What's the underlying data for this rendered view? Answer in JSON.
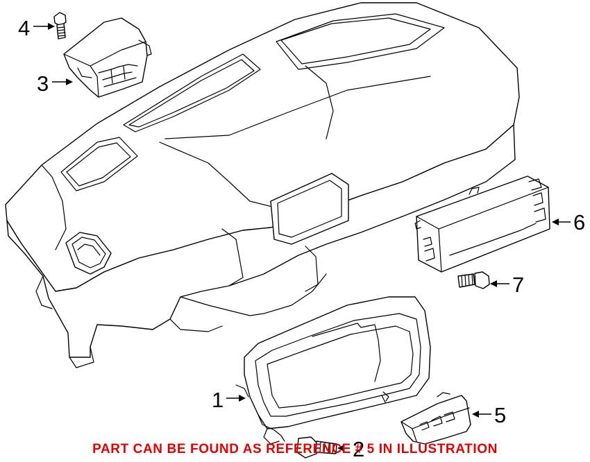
{
  "callouts": {
    "1": "1",
    "2": "2",
    "3": "3",
    "4": "4",
    "5": "5",
    "6": "6",
    "7": "7"
  },
  "note": {
    "text": "PART CAN BE FOUND AS REFERENCE # 5 IN ILLUSTRATION",
    "color": "#e00000"
  },
  "colors": {
    "line": "#000000",
    "background": "#ffffff"
  }
}
